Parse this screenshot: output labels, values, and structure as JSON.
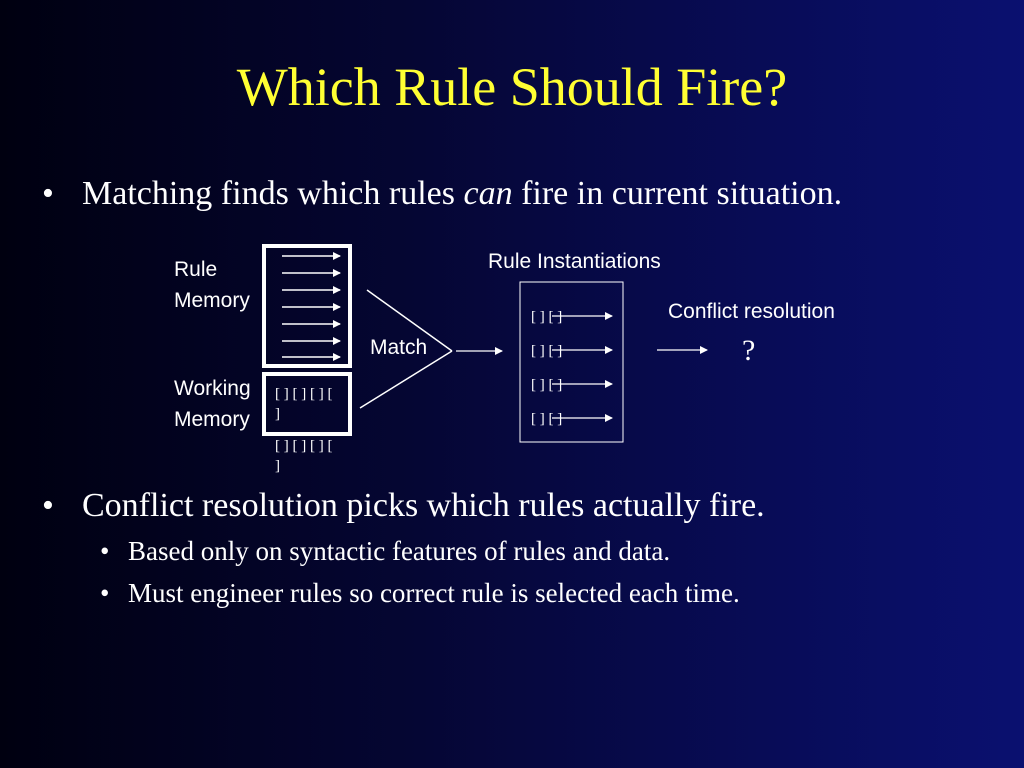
{
  "slide": {
    "title": "Which Rule Should Fire?",
    "bullets": [
      {
        "before": "Matching finds which rules ",
        "emphasis": "can",
        "after": " fire in current situation."
      },
      {
        "text": "Conflict resolution picks which rules actually fire.",
        "sub": [
          "Based only on syntactic features of rules and data.",
          "Must engineer rules so correct rule is selected each time."
        ]
      }
    ],
    "bullet_glyph": "•"
  },
  "diagram": {
    "rule_memory_label_1": "Rule",
    "rule_memory_label_2": "Memory",
    "working_memory_label_1": "Working",
    "working_memory_label_2": "Memory",
    "working_memory_text_1": "[ ] [ ] [ ] [",
    "working_memory_text_2": "]",
    "working_memory_text_3": "[ ] [ ] [ ] [",
    "working_memory_text_4": "]",
    "match_label": "Match",
    "instantiations_label": "Rule Instantiations",
    "instantiation_rows": [
      "[ ] [ ]",
      "[ ] [ ]",
      "[ ] [ ]",
      "[ ] [ ]"
    ],
    "conflict_resolution_label": "Conflict resolution",
    "question_mark": "?"
  }
}
